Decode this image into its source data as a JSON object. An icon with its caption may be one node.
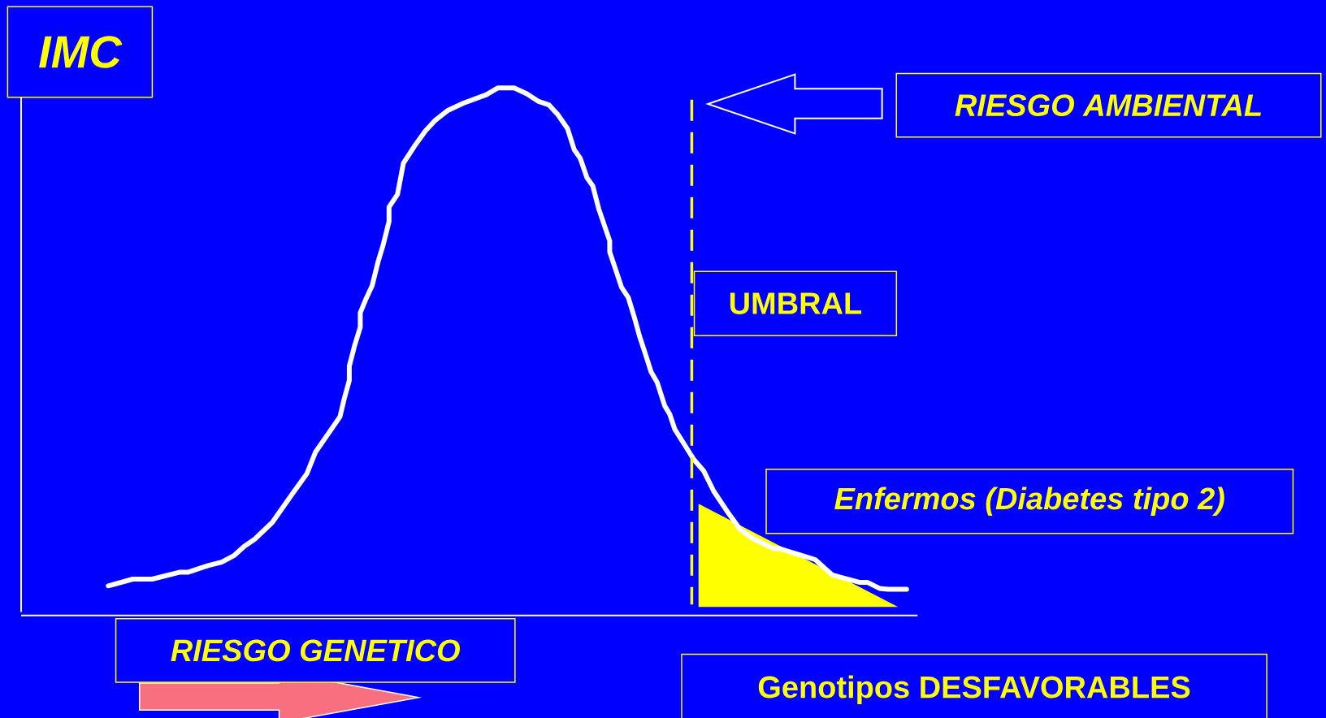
{
  "diagram": {
    "nodes": [
      {
        "text": [
          "IMC"
        ]
      },
      {
        "text": [
          "RIESGO AMBIENTAL"
        ]
      },
      {
        "text": [
          "UMBRAL"
        ]
      },
      {
        "text": [
          "Enfermos (Diabetes tipo 2)"
        ]
      },
      {
        "text": [
          "RIESGO GENETICO"
        ]
      },
      {
        "text": [
          "Genotipos DESFAVORABLES"
        ]
      }
    ]
  }
}
